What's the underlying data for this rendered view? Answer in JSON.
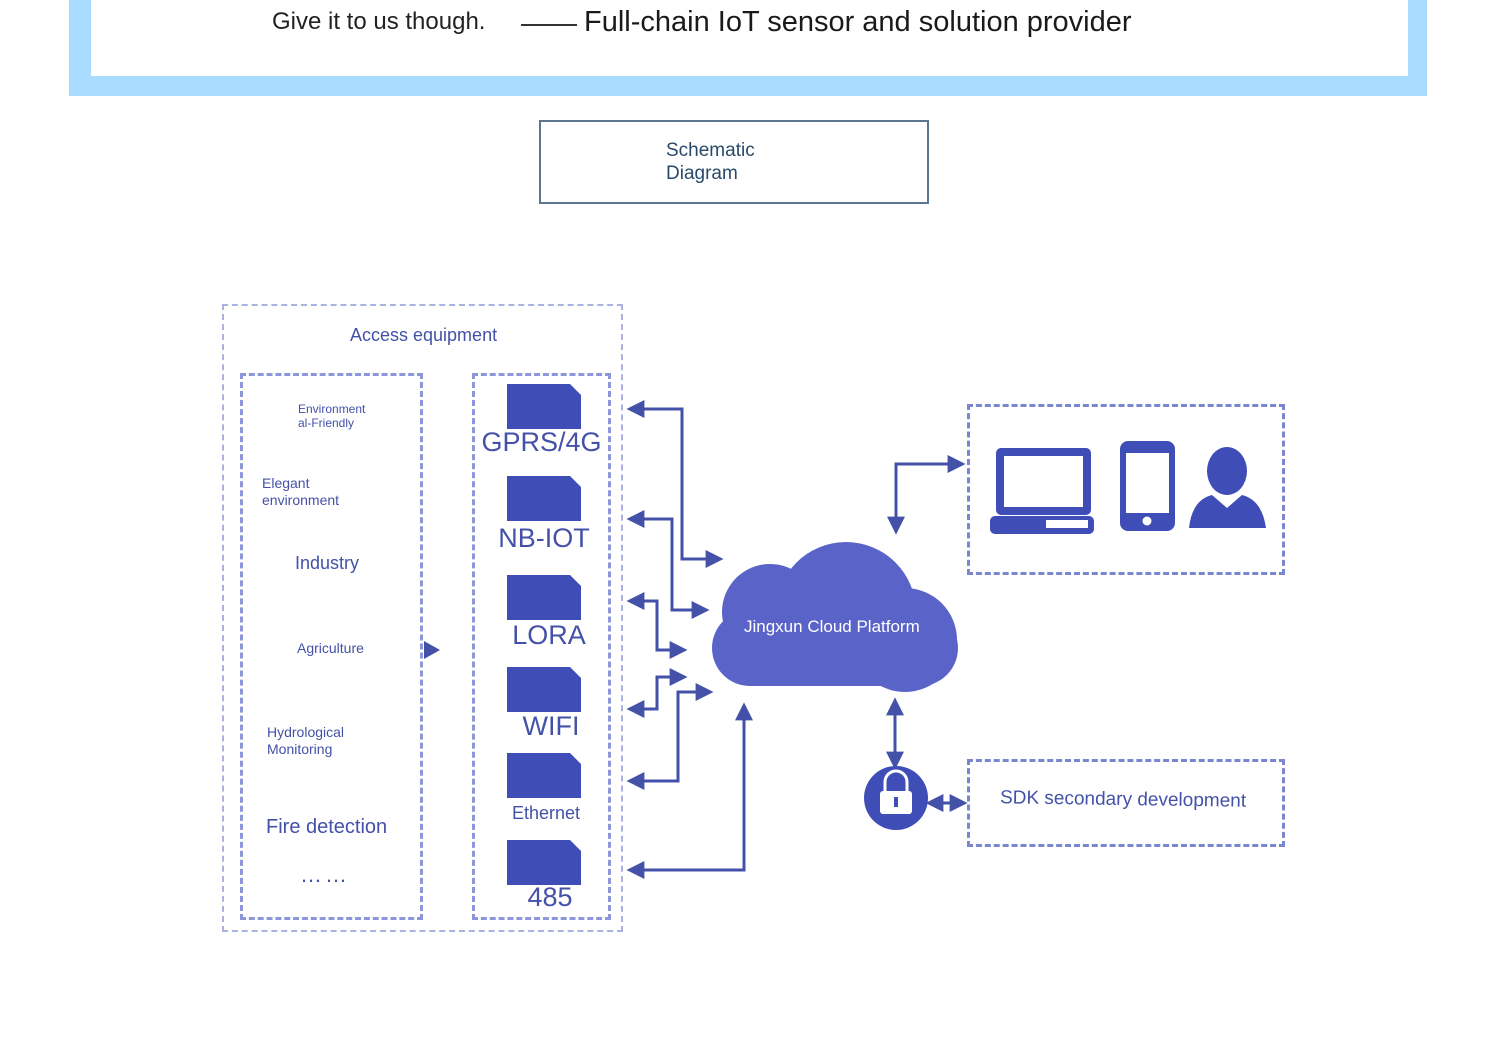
{
  "banner": {
    "left_text": "Give it to us though.",
    "right_text": "Full-chain IoT sensor and solution provider"
  },
  "schematic": {
    "title": "Schematic Diagram"
  },
  "access": {
    "title": "Access equipment",
    "applications": {
      "environment": "Environmental-Friendly",
      "elegant": "Elegant environment",
      "industry": "Industry",
      "agriculture": "Agriculture",
      "hydrological": "Hydrological Monitoring",
      "fire": "Fire detection",
      "more": "……"
    },
    "networks": {
      "gprs": "GPRS/4G",
      "nbiot": "NB-IOT",
      "lora": "LORA",
      "wifi": "WIFI",
      "ethernet": "Ethernet",
      "rs485": "485"
    }
  },
  "cloud": {
    "label": "Jingxun Cloud Platform"
  },
  "clients": {
    "icons": [
      "laptop-icon",
      "phone-icon",
      "user-icon"
    ]
  },
  "sdk": {
    "label": "SDK secondary development",
    "icon": "lock-icon"
  },
  "colors": {
    "accent": "#4351a8",
    "module": "#3f4eb6",
    "cloud": "#5a64c8",
    "banner": "#a9dcff"
  }
}
